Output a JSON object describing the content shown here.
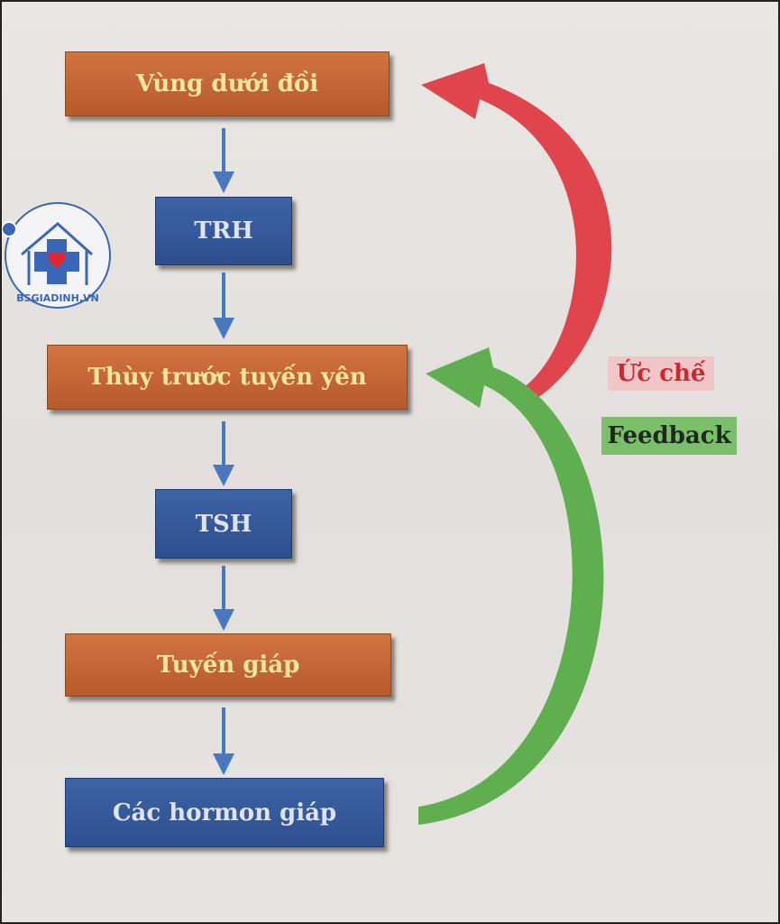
{
  "boxes": {
    "hypothalamus": "Vùng dưới đồi",
    "trh": "TRH",
    "pituitary": "Thùy trước tuyến yên",
    "tsh": "TSH",
    "thyroid": "Tuyến giáp",
    "hormones": "Các hormon giáp"
  },
  "labels": {
    "inhibit": "Ức chế",
    "feedback": "Feedback"
  },
  "logo": {
    "text": "BSGIADINH.VN"
  },
  "colors": {
    "orange_box": "#c4653a",
    "blue_box": "#34589a",
    "inhibit_arrow": "#e0444c",
    "feedback_arrow": "#5fae4f",
    "down_arrow": "#4a78c0"
  }
}
